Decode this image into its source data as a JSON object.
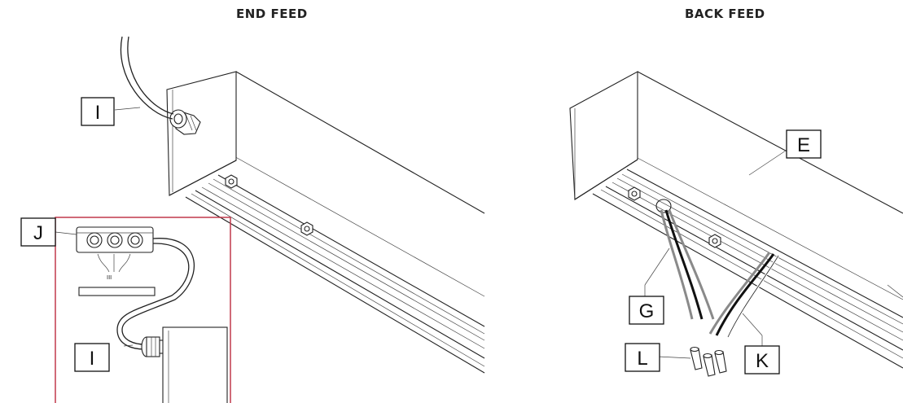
{
  "headings": {
    "end_feed": "END FEED",
    "back_feed": "BACK FEED"
  },
  "labels": {
    "end_cable": "I",
    "junction_box": "J",
    "detail_cable": "I",
    "housing": "E",
    "wire_g": "G",
    "connectors": "L",
    "wire_k": "K"
  },
  "colors": {
    "detail_frame": "#c0394b",
    "line": "#222222",
    "wire_grey": "#8a8a8a"
  }
}
